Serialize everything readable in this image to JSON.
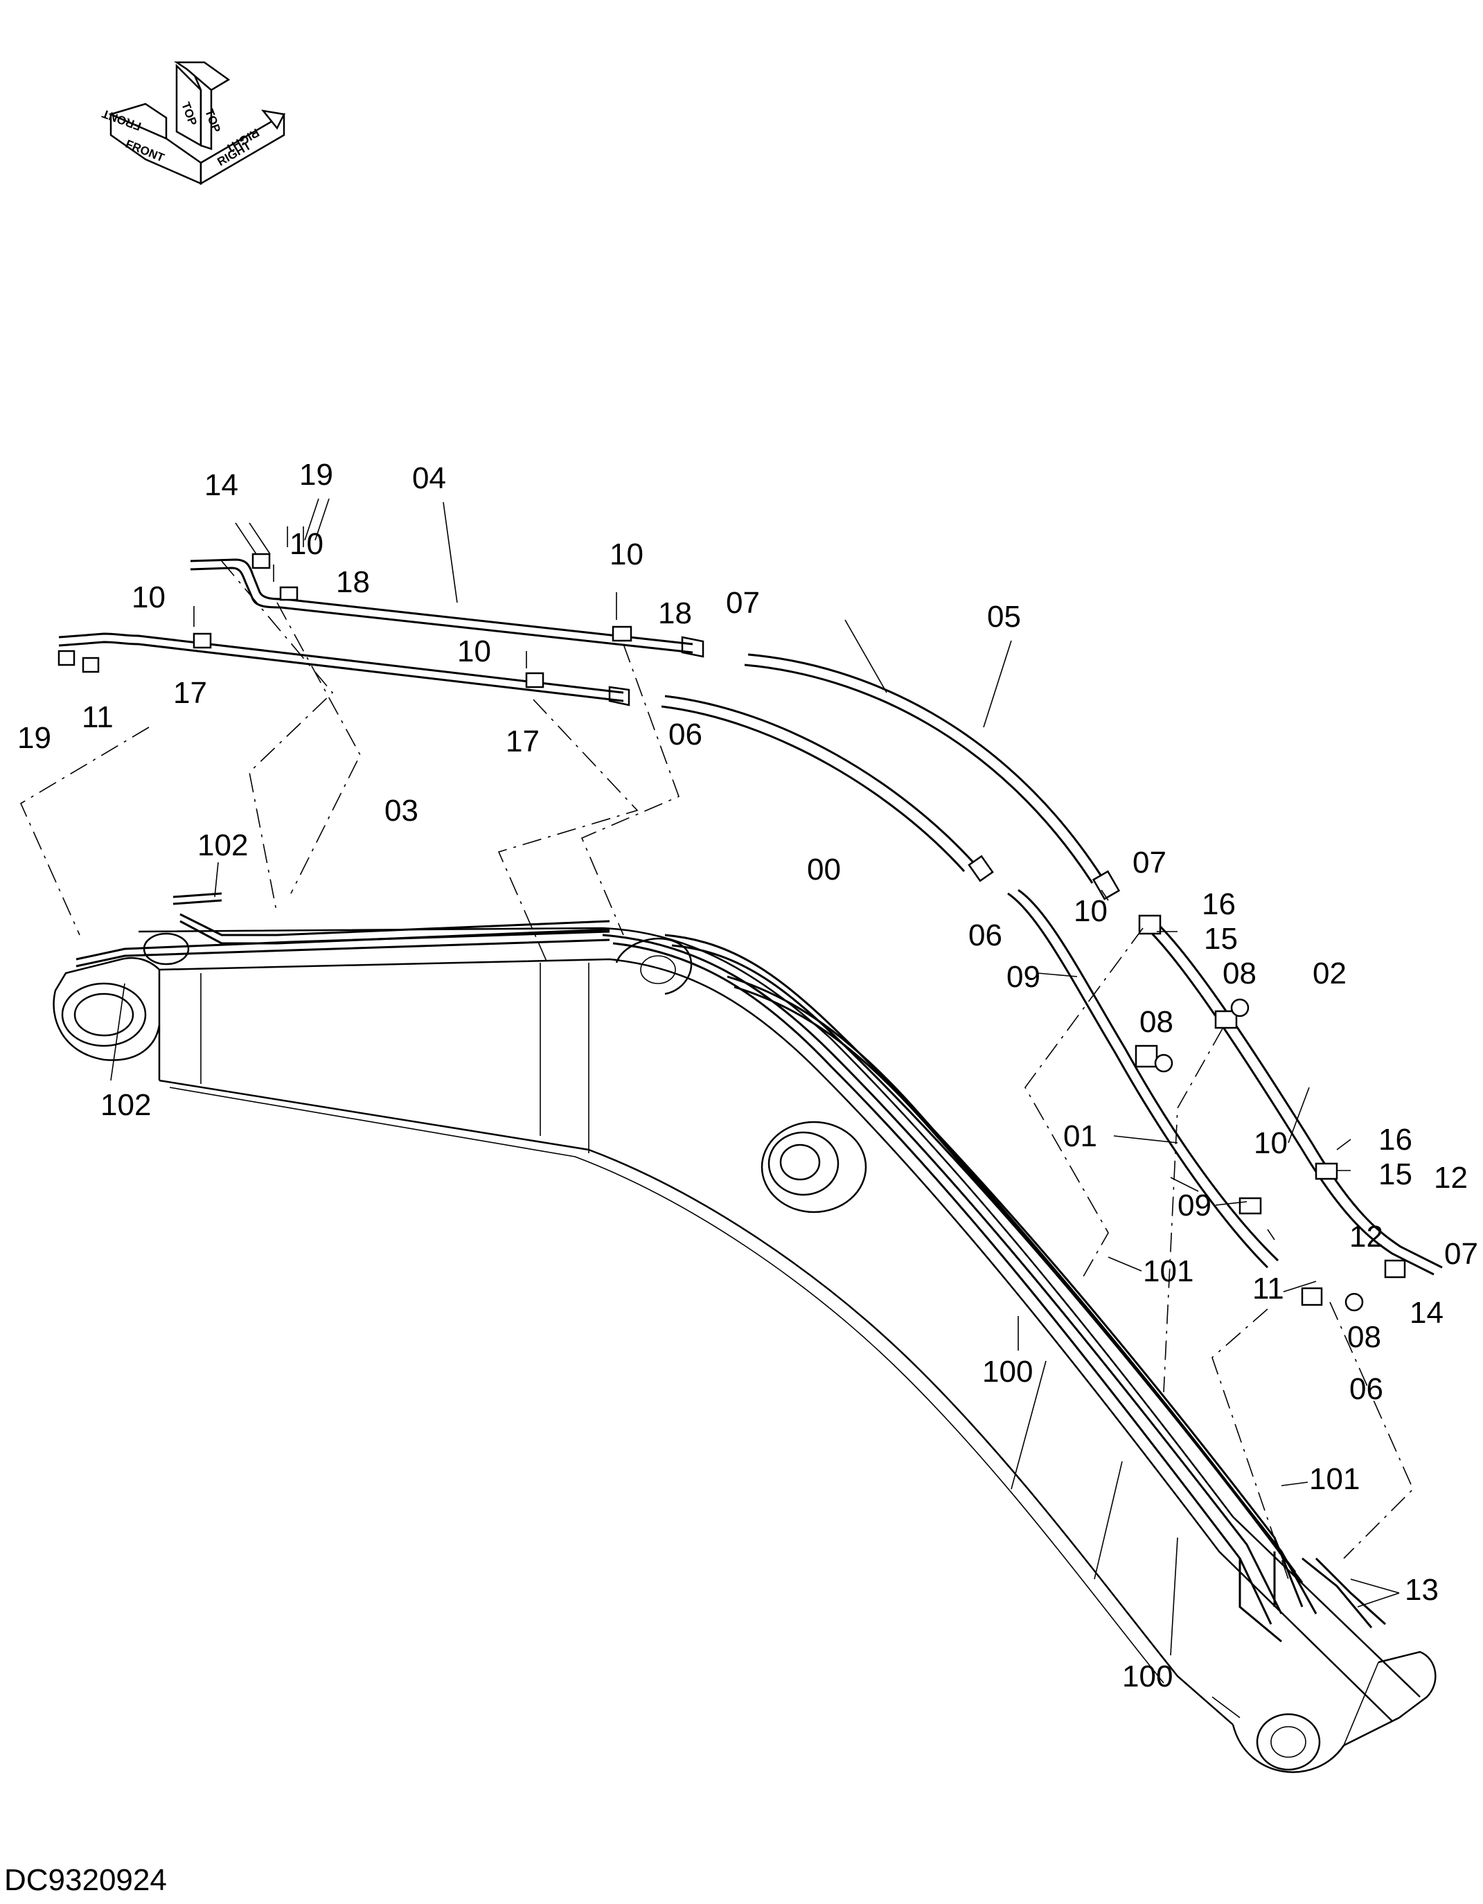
{
  "drawing_number": "DC9320924",
  "orientation_icon": {
    "name": "orientation-cube-icon",
    "labels": {
      "front": "FRONT",
      "front_mirror": "FRONT",
      "top": "TOP",
      "top_mirror": "TOP",
      "right": "RIGHT",
      "right_mirror": "RIGHT"
    }
  },
  "callouts": [
    {
      "id": "c-04",
      "text": "04"
    },
    {
      "id": "c-14-top",
      "text": "14"
    },
    {
      "id": "c-19-top",
      "text": "19"
    },
    {
      "id": "c-10-top",
      "text": "10"
    },
    {
      "id": "c-18-left",
      "text": "18"
    },
    {
      "id": "c-10-b",
      "text": "10"
    },
    {
      "id": "c-18-right",
      "text": "18"
    },
    {
      "id": "c-07-top",
      "text": "07"
    },
    {
      "id": "c-05",
      "text": "05"
    },
    {
      "id": "c-10-left",
      "text": "10"
    },
    {
      "id": "c-11-left",
      "text": "11"
    },
    {
      "id": "c-19-left",
      "text": "19"
    },
    {
      "id": "c-17-left",
      "text": "17"
    },
    {
      "id": "c-10-mid",
      "text": "10"
    },
    {
      "id": "c-03",
      "text": "03"
    },
    {
      "id": "c-17-mid",
      "text": "17"
    },
    {
      "id": "c-06-top",
      "text": "06"
    },
    {
      "id": "c-00",
      "text": "00"
    },
    {
      "id": "c-102-top",
      "text": "102"
    },
    {
      "id": "c-102-bot",
      "text": "102"
    },
    {
      "id": "c-07-mid",
      "text": "07"
    },
    {
      "id": "c-10-r1",
      "text": "10"
    },
    {
      "id": "c-16-top",
      "text": "16"
    },
    {
      "id": "c-15-top",
      "text": "15"
    },
    {
      "id": "c-06-mid",
      "text": "06"
    },
    {
      "id": "c-09-top",
      "text": "09"
    },
    {
      "id": "c-08-top",
      "text": "08"
    },
    {
      "id": "c-02",
      "text": "02"
    },
    {
      "id": "c-08-mid",
      "text": "08"
    },
    {
      "id": "c-01",
      "text": "01"
    },
    {
      "id": "c-10-r2",
      "text": "10"
    },
    {
      "id": "c-16-bot",
      "text": "16"
    },
    {
      "id": "c-15-bot",
      "text": "15"
    },
    {
      "id": "c-09-bot",
      "text": "09"
    },
    {
      "id": "c-12-right",
      "text": "12"
    },
    {
      "id": "c-12-mid",
      "text": "12"
    },
    {
      "id": "c-07-right",
      "text": "07"
    },
    {
      "id": "c-101-top",
      "text": "101"
    },
    {
      "id": "c-11-right",
      "text": "11"
    },
    {
      "id": "c-14-right",
      "text": "14"
    },
    {
      "id": "c-08-bot",
      "text": "08"
    },
    {
      "id": "c-100-top",
      "text": "100"
    },
    {
      "id": "c-06-bot",
      "text": "06"
    },
    {
      "id": "c-101-bot",
      "text": "101"
    },
    {
      "id": "c-13",
      "text": "13"
    },
    {
      "id": "c-100-bot",
      "text": "100"
    }
  ]
}
